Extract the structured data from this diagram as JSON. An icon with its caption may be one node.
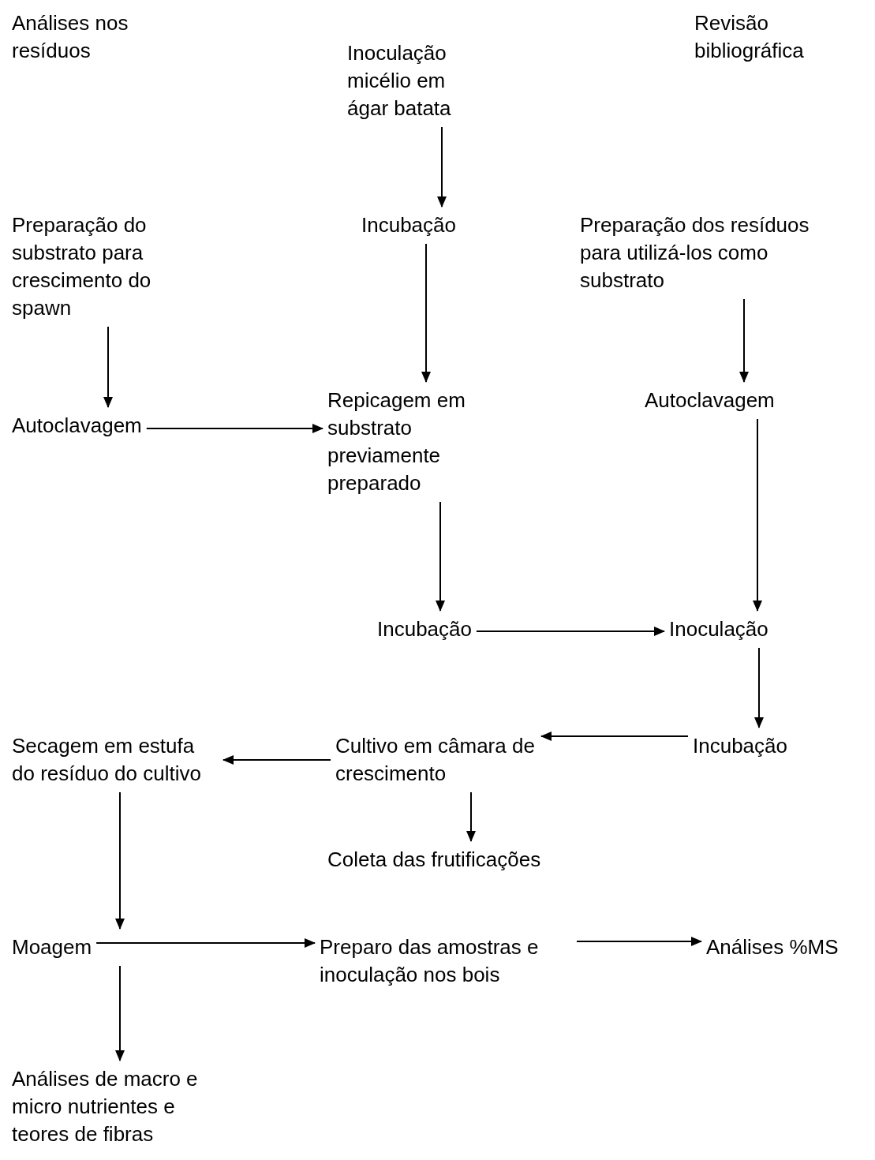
{
  "diagram": {
    "nodes": [
      {
        "text": [
          "Análises nos resíduos"
        ]
      },
      {
        "text": [
          "Inoculação micélio em ágar batata"
        ]
      },
      {
        "text": [
          "Revisão bibliográfica"
        ]
      },
      {
        "text": [
          "Incubação"
        ]
      },
      {
        "text": [
          "Preparação do substrato para crescimento do spawn"
        ]
      },
      {
        "text": [
          "Preparação dos resíduos para utilizá-los como substrato"
        ]
      },
      {
        "text": [
          "Autoclavagem"
        ]
      },
      {
        "text": [
          "Repicagem  em substrato previamente preparado"
        ]
      },
      {
        "text": [
          "Autoclavagem"
        ]
      },
      {
        "text": [
          "Incubação"
        ]
      },
      {
        "text": [
          "Inoculação"
        ]
      },
      {
        "text": [
          "Secagem em estufa do resíduo do cultivo"
        ]
      },
      {
        "text": [
          "Cultivo em câmara de crescimento"
        ]
      },
      {
        "text": [
          "Incubação"
        ]
      },
      {
        "text": [
          "Coleta das frutificações"
        ]
      },
      {
        "text": [
          "Moagem"
        ]
      },
      {
        "text": [
          "Preparo das amostras e inoculação nos bois"
        ]
      },
      {
        "text": [
          "Análises %MS"
        ]
      },
      {
        "text": [
          "Análises de macro e micro nutrientes e teores de fibras"
        ]
      }
    ],
    "edges": [
      {
        "from": 1,
        "to": 3,
        "arrow": "to"
      },
      {
        "from": 3,
        "to": 7,
        "arrow": "to"
      },
      {
        "from": 4,
        "to": 6,
        "arrow": "to"
      },
      {
        "from": 6,
        "to": 7,
        "arrow": "to"
      },
      {
        "from": 5,
        "to": 8,
        "arrow": "to"
      },
      {
        "from": 7,
        "to": 9,
        "arrow": "to"
      },
      {
        "from": 8,
        "to": 10,
        "arrow": "to"
      },
      {
        "from": 9,
        "to": 10,
        "arrow": "to"
      },
      {
        "from": 10,
        "to": 13,
        "arrow": "to"
      },
      {
        "from": 13,
        "to": 12,
        "arrow": "to"
      },
      {
        "from": 12,
        "to": 11,
        "arrow": "to"
      },
      {
        "from": 12,
        "to": 14,
        "arrow": "to"
      },
      {
        "from": 11,
        "to": 15,
        "arrow": "to"
      },
      {
        "from": 15,
        "to": 16,
        "arrow": "to"
      },
      {
        "from": 16,
        "to": 17,
        "arrow": "to"
      },
      {
        "from": 15,
        "to": 18,
        "arrow": "to"
      }
    ]
  }
}
